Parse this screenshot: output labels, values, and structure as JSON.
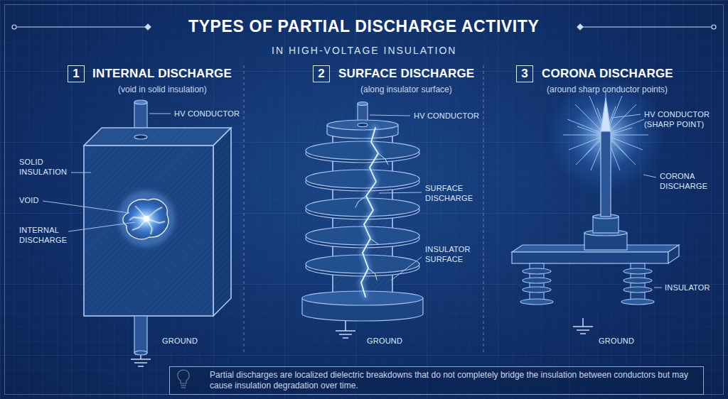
{
  "diagram": {
    "title": "TYPES OF PARTIAL DISCHARGE ACTIVITY",
    "nodes": [
      {
        "text": [
          "1"
        ]
      },
      {
        "text": [
          "2"
        ]
      },
      {
        "text": [
          "3"
        ]
      },
      {
        "text": [
          "Partial discharges are localized dielectric breakdowns that do not completely bridge the insulation between conductors but may cause insulation degradation over time."
        ]
      }
    ],
    "labels": [
      "IN HIGH-VOLTAGE INSULATION",
      "INTERNAL DISCHARGE",
      "(void in solid insulation)",
      "HV CONDUCTOR",
      "SOLID INSULATION",
      "VOID",
      "INTERNAL DISCHARGE",
      "GROUND",
      "SURFACE DISCHARGE",
      "(along insulator surface)",
      "HV CONDUCTOR",
      "SURFACE DISCHARGE",
      "INSULATOR SURFACE",
      "GROUND",
      "CORONA DISCHARGE",
      "(around sharp conductor points)",
      "HV CONDUCTOR (SHARP POINT)",
      "CORONA DISCHARGE",
      "INSULATOR",
      "GROUND"
    ]
  }
}
